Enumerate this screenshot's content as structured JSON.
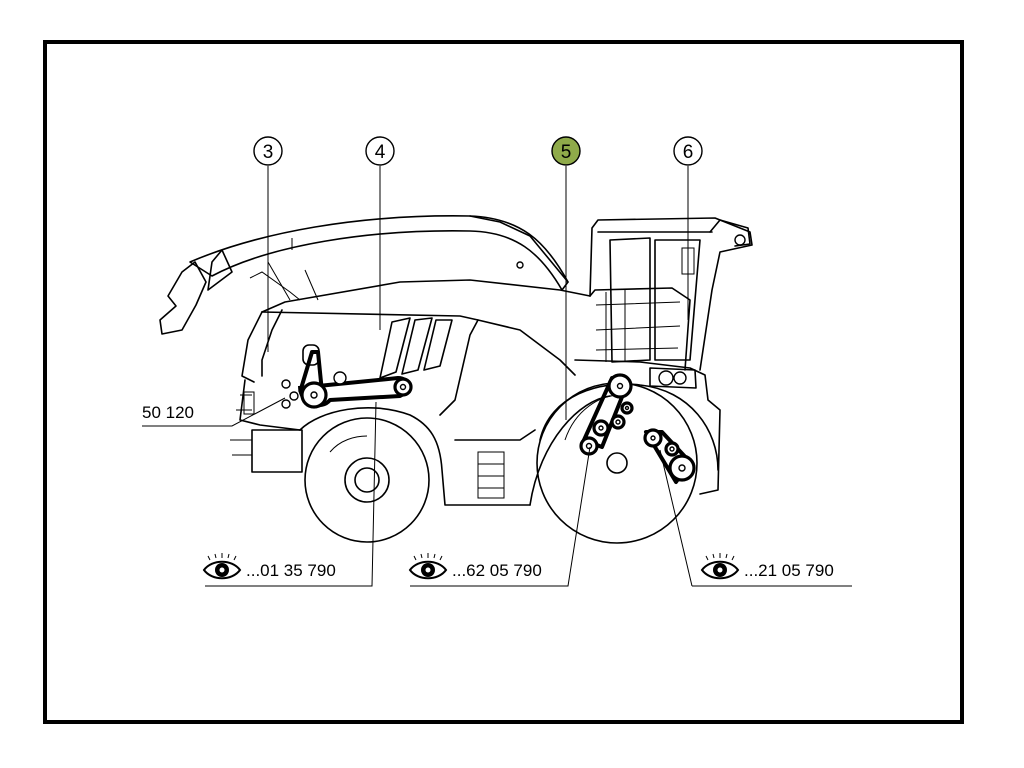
{
  "callouts": [
    {
      "id": "3",
      "label": "3",
      "highlighted": false
    },
    {
      "id": "4",
      "label": "4",
      "highlighted": false
    },
    {
      "id": "5",
      "label": "5",
      "highlighted": true
    },
    {
      "id": "6",
      "label": "6",
      "highlighted": false
    }
  ],
  "references": [
    {
      "label": "50 120",
      "has_eye_icon": false
    },
    {
      "label": "...01 35 790",
      "has_eye_icon": true
    },
    {
      "label": "...62 05 790",
      "has_eye_icon": true
    },
    {
      "label": "...21 05 790",
      "has_eye_icon": true
    }
  ],
  "colors": {
    "highlight": "#8faa4a",
    "line": "#000000",
    "background": "#ffffff"
  },
  "icons": [
    "eye-icon"
  ]
}
